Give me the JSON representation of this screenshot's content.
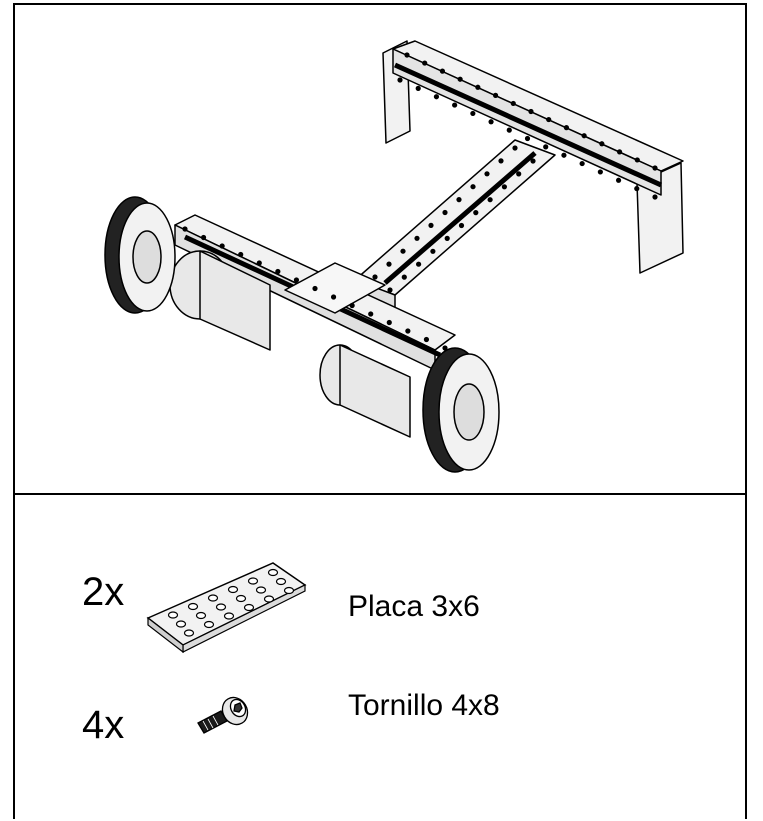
{
  "parts": [
    {
      "quantity": "2x",
      "name": "Placa 3x6",
      "icon": "plate-3x6-icon"
    },
    {
      "quantity": "4x",
      "name": "Tornillo 4x8",
      "icon": "screw-4x8-icon"
    }
  ],
  "colors": {
    "line": "#000000",
    "background": "#ffffff",
    "metal": "#f2f2f2",
    "shade": "#d6d6d6"
  }
}
